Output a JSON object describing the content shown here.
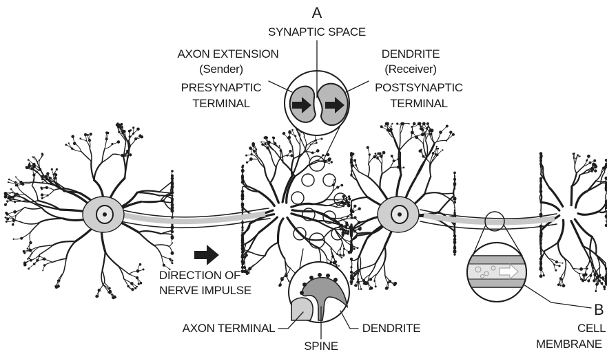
{
  "labels": {
    "panel_a": "A",
    "synaptic_space": "SYNAPTIC SPACE",
    "axon_extension": "AXON EXTENSION",
    "sender": "(Sender)",
    "presynaptic": "PRESYNAPTIC",
    "terminal_left": "TERMINAL",
    "dendrite_top": "DENDRITE",
    "receiver": "(Receiver)",
    "postsynaptic": "POSTSYNAPTIC",
    "terminal_right": "TERMINAL",
    "direction_of": "DIRECTION OF",
    "nerve_impulse": "NERVE IMPULSE",
    "axon_terminal": "AXON TERMINAL",
    "spine": "SPINE",
    "dendrite_bottom": "DENDRITE",
    "panel_b": "B",
    "cell": "CELL",
    "membrane": "MEMBRANE"
  },
  "colors": {
    "ink": "#1e1e1e",
    "shade": "#bdbdbd",
    "light_shade": "#dcdcdc",
    "background": "#ffffff"
  }
}
